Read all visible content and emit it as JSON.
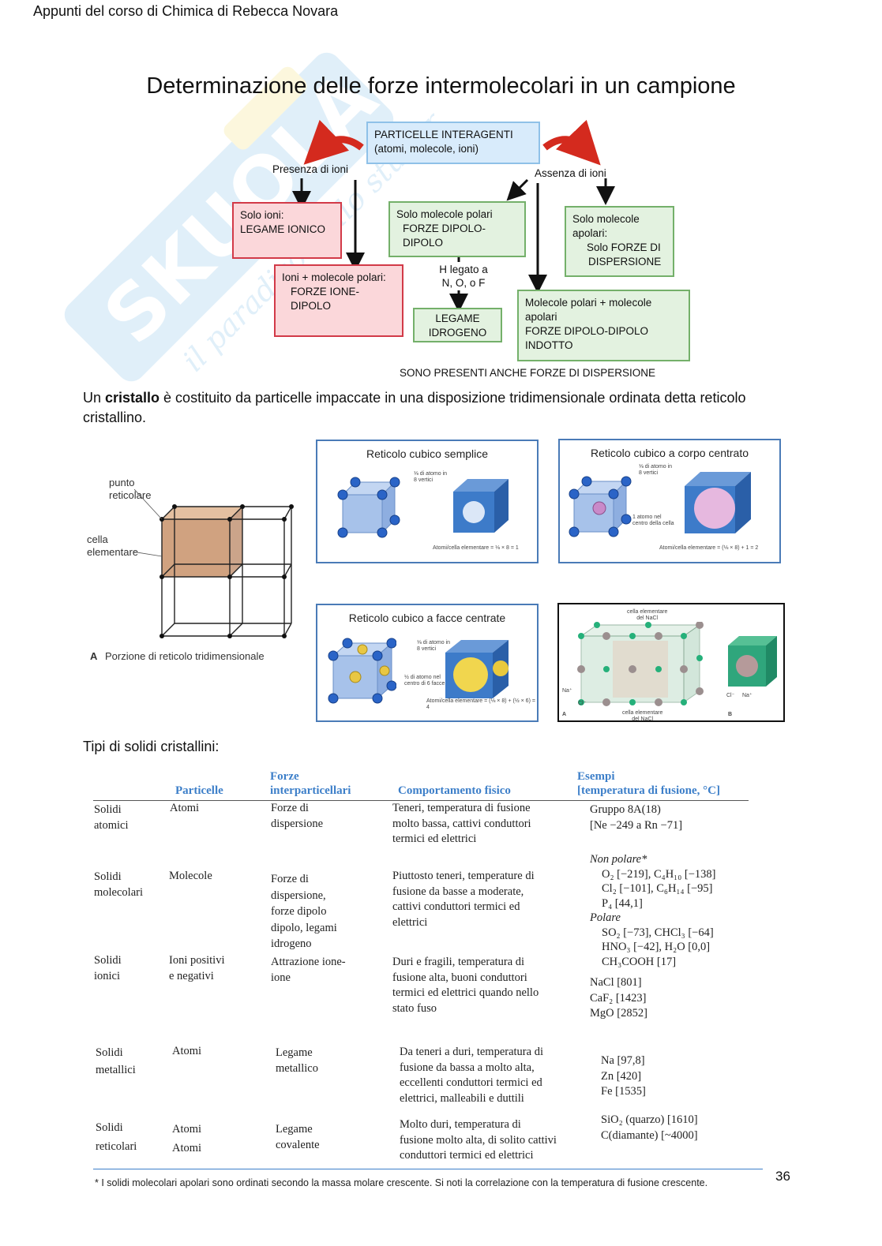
{
  "header": {
    "text": "Appunti del corso di Chimica di Rebecca Novara"
  },
  "flowchart": {
    "title": "Determinazione delle forze intermolecolari in un campione",
    "top_box": [
      "PARTICELLE INTERAGENTI",
      "(atomi, molecole, ioni)"
    ],
    "presence_label": "Presenza di ioni",
    "absence_label": "Assenza di ioni",
    "only_ions": [
      "Solo ioni:",
      "LEGAME IONICO"
    ],
    "ion_dipole": [
      "Ioni + molecole polari:",
      "FORZE IONE-DIPOLO"
    ],
    "polar_only": [
      "Solo molecole polari",
      "FORZE DIPOLO-DIPOLO"
    ],
    "h_bond_condition": [
      "H legato a",
      "N, O, o F"
    ],
    "h_bond": [
      "LEGAME",
      "IDROGENO"
    ],
    "apolar_only": [
      "Solo molecole",
      "apolari:",
      "Solo FORZE DI",
      "DISPERSIONE"
    ],
    "polar_apolar": [
      "Molecole polari + molecole",
      "apolari",
      "FORZE DIPOLO-DIPOLO INDOTTO"
    ],
    "footer": "SONO PRESENTI ANCHE FORZE DI DISPERSIONE"
  },
  "paragraph": {
    "before": "Un ",
    "bold": "cristallo",
    "after": " è costituito da particelle impaccate in una disposizione tridimensionale ordinata detta reticolo cristallino."
  },
  "lattice_figure": {
    "point_label": [
      "punto",
      "reticolare"
    ],
    "cell_label": [
      "cella",
      "elementare"
    ],
    "caption_letter": "A",
    "caption": "Porzione di reticolo tridimensionale"
  },
  "panels": {
    "simple": {
      "title": "Reticolo cubico semplice",
      "note1": [
        "⅛ di atomo in",
        "8 vertici"
      ],
      "formula": "Atomi/cella elementare = ⅛ × 8 = 1"
    },
    "body": {
      "title": "Reticolo cubico a corpo centrato",
      "note1": [
        "⅛ di atomo in",
        "8 vertici"
      ],
      "note2": [
        "1 atomo nel",
        "centro della cella"
      ],
      "formula": "Atomi/cella elementare = (⅛ × 8) + 1 = 2"
    },
    "face": {
      "title": "Reticolo cubico a facce centrate",
      "note1": [
        "⅛ di atomo in",
        "8 vertici"
      ],
      "note2": [
        "½ di atomo nel",
        "centro di 6 facce"
      ],
      "formula": "Atomi/cella elementare = (⅛ × 8) + (½ × 6) = 4"
    },
    "nacl": {
      "top_label": [
        "cella elementare",
        "del NaCl"
      ],
      "bottom_label": [
        "cella elementare",
        "del NaCl"
      ],
      "na": "Na⁺",
      "cl": "Cl⁻",
      "letter_a": "A",
      "letter_b": "B"
    }
  },
  "table_section": {
    "title": "Tipi di solidi cristallini:",
    "headers": {
      "particles": "Particelle",
      "forces": [
        "Forze",
        "interparticellari"
      ],
      "behavior": "Comportamento fisico",
      "examples": [
        "Esempi",
        "[temperatura di fusione, °C]"
      ]
    },
    "rows": [
      {
        "type": [
          "Solidi",
          "atomici"
        ],
        "particles": [
          "Atomi"
        ],
        "forces": [
          "Forze di",
          "dispersione"
        ],
        "behavior": [
          "Teneri, temperatura di fusione",
          "molto bassa, cattivi conduttori",
          "termici ed elettrici"
        ],
        "examples": [
          "Gruppo 8A(18)",
          "[Ne −249 a Rn −71]"
        ]
      },
      {
        "type": [
          "Solidi",
          "molecolari"
        ],
        "particles": [
          "Molecole"
        ],
        "forces": [
          "Forze di",
          "dispersione,",
          "forze dipolo",
          "dipolo, legami",
          "idrogeno"
        ],
        "behavior": [
          "Piuttosto teneri, temperature di",
          "fusione da basse a moderate,",
          "cattivi conduttori termici ed",
          "elettrici"
        ],
        "examples": [
          "Non polare*",
          "O₂ [−219], C₄H₁₀ [−138]",
          "Cl₂ [−101], C₆H₁₄ [−95]",
          "P₄ [44,1]",
          "Polare",
          "SO₂ [−73], CHCl₃ [−64]",
          "HNO₃ [−42], H₂O [0,0]",
          "CH₃COOH [17]"
        ]
      },
      {
        "type": [
          "Solidi",
          "ionici"
        ],
        "particles": [
          "Ioni positivi",
          "e negativi"
        ],
        "forces": [
          "Attrazione ione-",
          "ione"
        ],
        "behavior": [
          "Duri e fragili, temperatura di",
          "fusione alta, buoni conduttori",
          "termici ed elettrici quando nello",
          "stato fuso"
        ],
        "examples": [
          "NaCl [801]",
          "CaF₂ [1423]",
          "MgO [2852]"
        ]
      },
      {
        "type": [
          "Solidi",
          "metallici"
        ],
        "particles": [
          "Atomi"
        ],
        "forces": [
          "Legame",
          "metallico"
        ],
        "behavior": [
          "Da teneri a duri, temperatura di",
          "fusione da bassa a molto alta,",
          "eccellenti conduttori termici ed",
          "elettrici, malleabili e duttili"
        ],
        "examples": [
          "Na [97,8]",
          "Zn [420]",
          "Fe [1535]"
        ]
      },
      {
        "type": [
          "Solidi",
          "reticolari"
        ],
        "particles": [
          "Atomi",
          "Atomi"
        ],
        "forces": [
          "Legame",
          "covalente"
        ],
        "behavior": [
          "Molto duri, temperatura di",
          "fusione molto alta, di solito cattivi",
          "conduttori termici ed elettrici"
        ],
        "examples": [
          "SiO₂ (quarzo) [1610]",
          "C(diamante) [~4000]"
        ]
      }
    ],
    "footnote": "* I solidi molecolari apolari sono ordinati secondo la massa molare crescente. Si noti la correlazione con la temperatura di fusione crescente."
  },
  "page_number": "36",
  "colors": {
    "accent_blue": "#3d7fc9",
    "red_box": "#d23a48",
    "green_box": "#74b06a",
    "blue_box": "#8fc1e8"
  }
}
